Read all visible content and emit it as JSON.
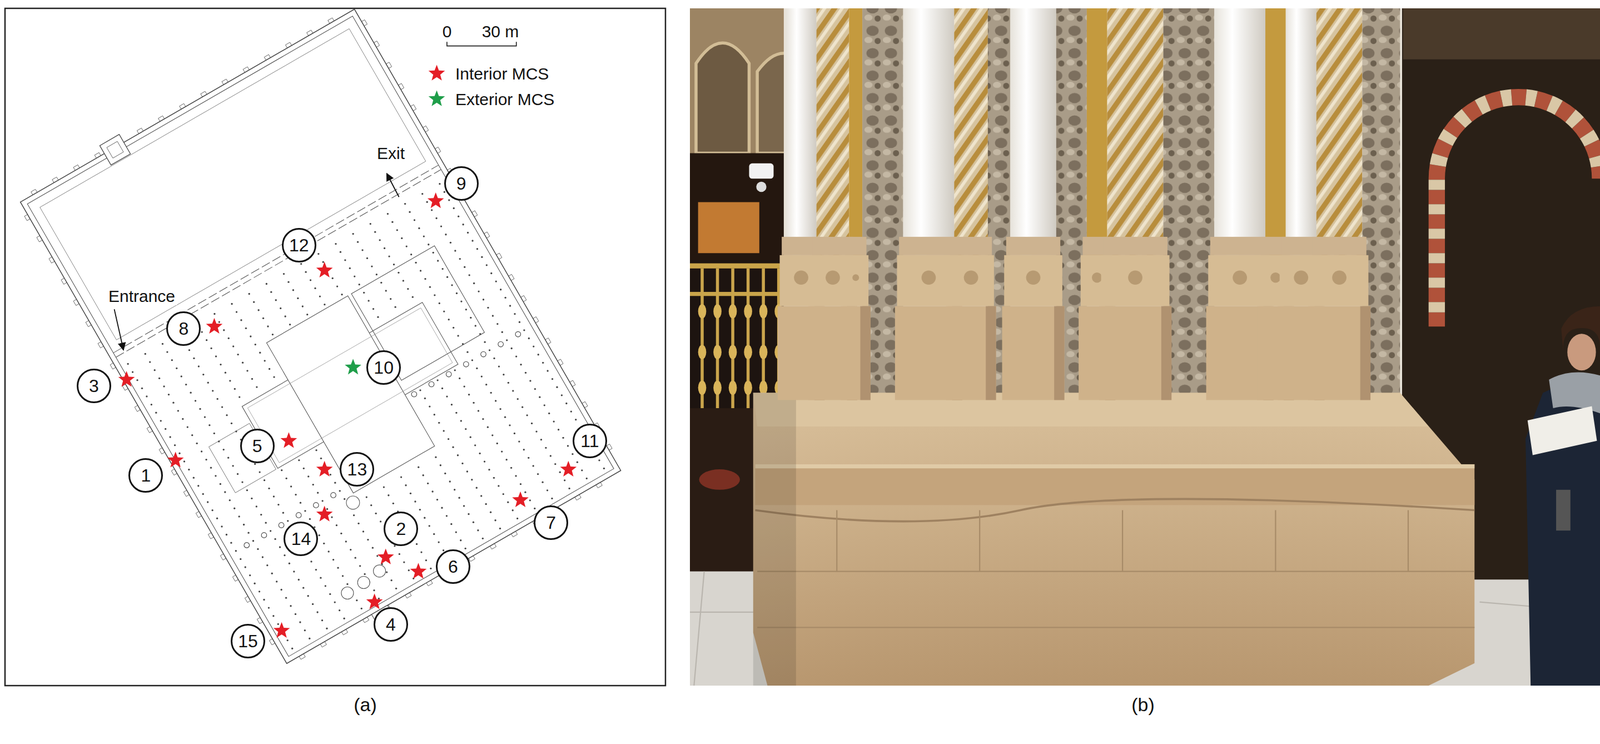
{
  "diagram": {
    "nodes": [
      {
        "text": [
          "1"
        ]
      },
      {
        "text": [
          "2"
        ]
      },
      {
        "text": [
          "3"
        ]
      },
      {
        "text": [
          "4"
        ]
      },
      {
        "text": [
          "5"
        ]
      },
      {
        "text": [
          "6"
        ]
      },
      {
        "text": [
          "7"
        ]
      },
      {
        "text": [
          "8"
        ]
      },
      {
        "text": [
          "9"
        ]
      },
      {
        "text": [
          "10"
        ]
      },
      {
        "text": [
          "11"
        ]
      },
      {
        "text": [
          "12"
        ]
      },
      {
        "text": [
          "13"
        ]
      },
      {
        "text": [
          "14"
        ]
      },
      {
        "text": [
          "15"
        ]
      }
    ],
    "labels": [
      "0",
      "30 m",
      "Exit",
      "Entrance",
      "(a)",
      "(b)"
    ],
    "legend": [
      {
        "text": "Interior MCS"
      },
      {
        "text": "Exterior MCS"
      }
    ]
  }
}
